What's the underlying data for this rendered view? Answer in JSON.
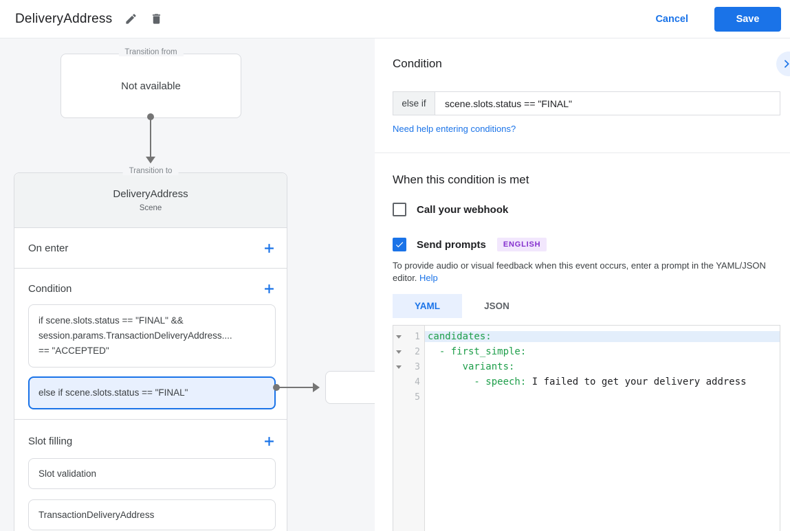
{
  "header": {
    "title": "DeliveryAddress",
    "cancel_label": "Cancel",
    "save_label": "Save"
  },
  "flow": {
    "transition_from_label": "Transition from",
    "transition_from_value": "Not available",
    "transition_to_label": "Transition to",
    "scene_name": "DeliveryAddress",
    "scene_subtitle": "Scene",
    "on_enter_title": "On enter",
    "condition_title": "Condition",
    "condition_rule_1_lines": [
      "if scene.slots.status == \"FINAL\" &&",
      "session.params.TransactionDeliveryAddress....",
      "== \"ACCEPTED\""
    ],
    "condition_rule_2": "else if scene.slots.status == \"FINAL\"",
    "slot_filling_title": "Slot filling",
    "slot_items": [
      "Slot validation",
      "TransactionDeliveryAddress"
    ]
  },
  "panel": {
    "condition_heading": "Condition",
    "condition_prefix": "else if",
    "condition_value": "scene.slots.status == \"FINAL\"",
    "help_link": "Need help entering conditions?",
    "met_heading": "When this condition is met",
    "webhook_label": "Call your webhook",
    "prompts_label": "Send prompts",
    "language_badge": "ENGLISH",
    "description": "To provide audio or visual feedback when this event occurs, enter a prompt in the YAML/JSON editor.",
    "help_label": "Help",
    "tabs": {
      "yaml": "YAML",
      "json": "JSON"
    },
    "editor": {
      "lines": [
        {
          "n": "1",
          "green": "candidates:",
          "black": ""
        },
        {
          "n": "2",
          "green": "  - first_simple:",
          "black": ""
        },
        {
          "n": "3",
          "green": "      variants:",
          "black": ""
        },
        {
          "n": "4",
          "green": "        - speech:",
          "black": " I failed to get your delivery address"
        },
        {
          "n": "5",
          "green": "",
          "black": ""
        }
      ]
    }
  },
  "colors": {
    "accent_blue": "#1a73e8",
    "selected_rule_bg": "#e8f0fe",
    "badge_purple": "#8430ce",
    "code_key_green": "#1e9e4a"
  }
}
